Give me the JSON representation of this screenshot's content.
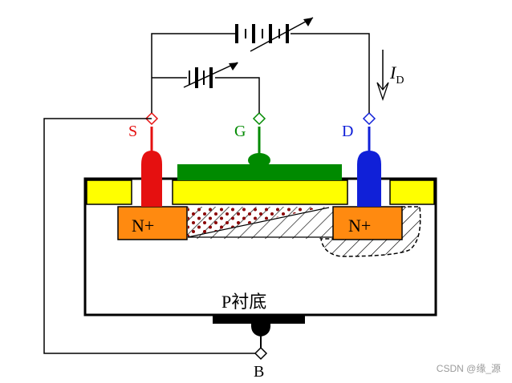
{
  "labels": {
    "source": "S",
    "gate": "G",
    "drain": "D",
    "body": "B",
    "drain_current_main": "I",
    "drain_current_sub": "D",
    "n_plus_left": "N+",
    "n_plus_right": "N+",
    "substrate": "P衬底"
  },
  "watermark": "CSDN @缘_源",
  "colors": {
    "source": "#e51010",
    "gate": "#008a00",
    "drain": "#1020d8",
    "oxide": "#ffff00",
    "n_plus": "#ff8a10",
    "dots": "#8a0000",
    "wire": "#000000"
  }
}
